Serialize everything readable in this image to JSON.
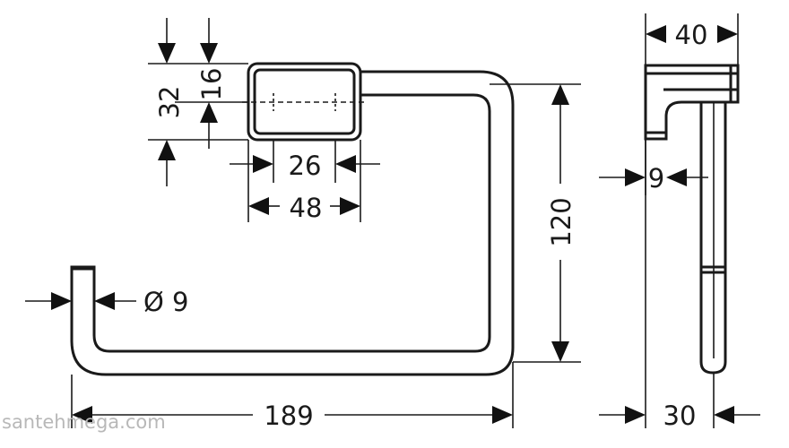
{
  "diagram": {
    "front_view": {
      "height_total_label": "32",
      "height_top_label": "16",
      "mount_inner_width_label": "26",
      "mount_outer_width_label": "48",
      "ring_height_label": "120",
      "rod_diameter_label": "Ø 9",
      "overall_width_label": "189"
    },
    "side_view": {
      "depth_label": "40",
      "thickness_label": "9",
      "base_depth_label": "30"
    }
  },
  "watermark": {
    "text": "santehmega.com"
  }
}
